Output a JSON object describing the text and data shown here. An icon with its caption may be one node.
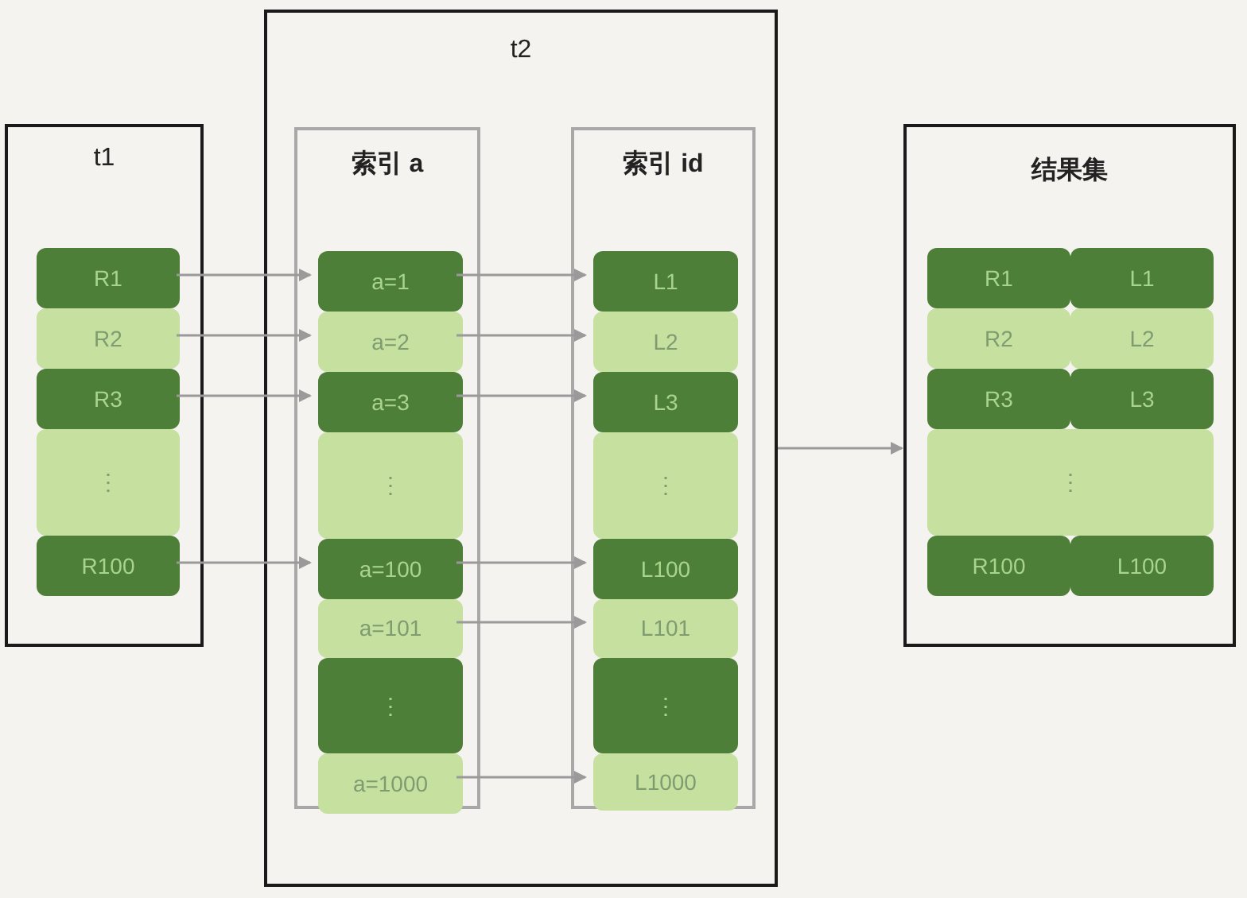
{
  "diagram": {
    "nodes": [
      {
        "text": [
          "t1"
        ]
      },
      {
        "text": [
          "t2"
        ]
      },
      {
        "text": [
          "索引 a"
        ],
        "in": 1
      },
      {
        "text": [
          "索引 id"
        ],
        "in": 1
      },
      {
        "text": [
          "结果集"
        ]
      },
      {
        "text": [
          "R1"
        ],
        "in": 0
      },
      {
        "text": [
          "R2"
        ],
        "in": 0
      },
      {
        "text": [
          "R3"
        ],
        "in": 0
      },
      {
        "text": [
          "⋮"
        ],
        "in": 0
      },
      {
        "text": [
          "R100"
        ],
        "in": 0
      },
      {
        "text": [
          "a=1"
        ],
        "in": 2
      },
      {
        "text": [
          "a=2"
        ],
        "in": 2
      },
      {
        "text": [
          "a=3"
        ],
        "in": 2
      },
      {
        "text": [
          "⋮"
        ],
        "in": 2
      },
      {
        "text": [
          "a=100"
        ],
        "in": 2
      },
      {
        "text": [
          "a=101"
        ],
        "in": 2
      },
      {
        "text": [
          "⋮"
        ],
        "in": 2
      },
      {
        "text": [
          "a=1000"
        ],
        "in": 2
      },
      {
        "text": [
          "L1"
        ],
        "in": 3
      },
      {
        "text": [
          "L2"
        ],
        "in": 3
      },
      {
        "text": [
          "L3"
        ],
        "in": 3
      },
      {
        "text": [
          "⋮"
        ],
        "in": 3
      },
      {
        "text": [
          "L100"
        ],
        "in": 3
      },
      {
        "text": [
          "L101"
        ],
        "in": 3
      },
      {
        "text": [
          "⋮"
        ],
        "in": 3
      },
      {
        "text": [
          "L1000"
        ],
        "in": 3
      },
      {
        "text": [
          "R1"
        ],
        "in": 4
      },
      {
        "text": [
          "L1"
        ],
        "in": 4
      },
      {
        "text": [
          "R2"
        ],
        "in": 4
      },
      {
        "text": [
          "L2"
        ],
        "in": 4
      },
      {
        "text": [
          "R3"
        ],
        "in": 4
      },
      {
        "text": [
          "L3"
        ],
        "in": 4
      },
      {
        "text": [
          "⋮"
        ],
        "in": 4
      },
      {
        "text": [
          "R100"
        ],
        "in": 4
      },
      {
        "text": [
          "L100"
        ],
        "in": 4
      }
    ],
    "edges": [
      {
        "from": 5,
        "to": 10,
        "arrow": "to"
      },
      {
        "from": 6,
        "to": 11,
        "arrow": "to"
      },
      {
        "from": 7,
        "to": 12,
        "arrow": "to"
      },
      {
        "from": 9,
        "to": 14,
        "arrow": "to"
      },
      {
        "from": 10,
        "to": 18,
        "arrow": "to"
      },
      {
        "from": 11,
        "to": 19,
        "arrow": "to"
      },
      {
        "from": 12,
        "to": 20,
        "arrow": "to"
      },
      {
        "from": 14,
        "to": 22,
        "arrow": "to"
      },
      {
        "from": 15,
        "to": 23,
        "arrow": "to"
      },
      {
        "from": 17,
        "to": 25,
        "arrow": "to"
      },
      {
        "from": 1,
        "to": 4,
        "arrow": "to"
      }
    ]
  }
}
